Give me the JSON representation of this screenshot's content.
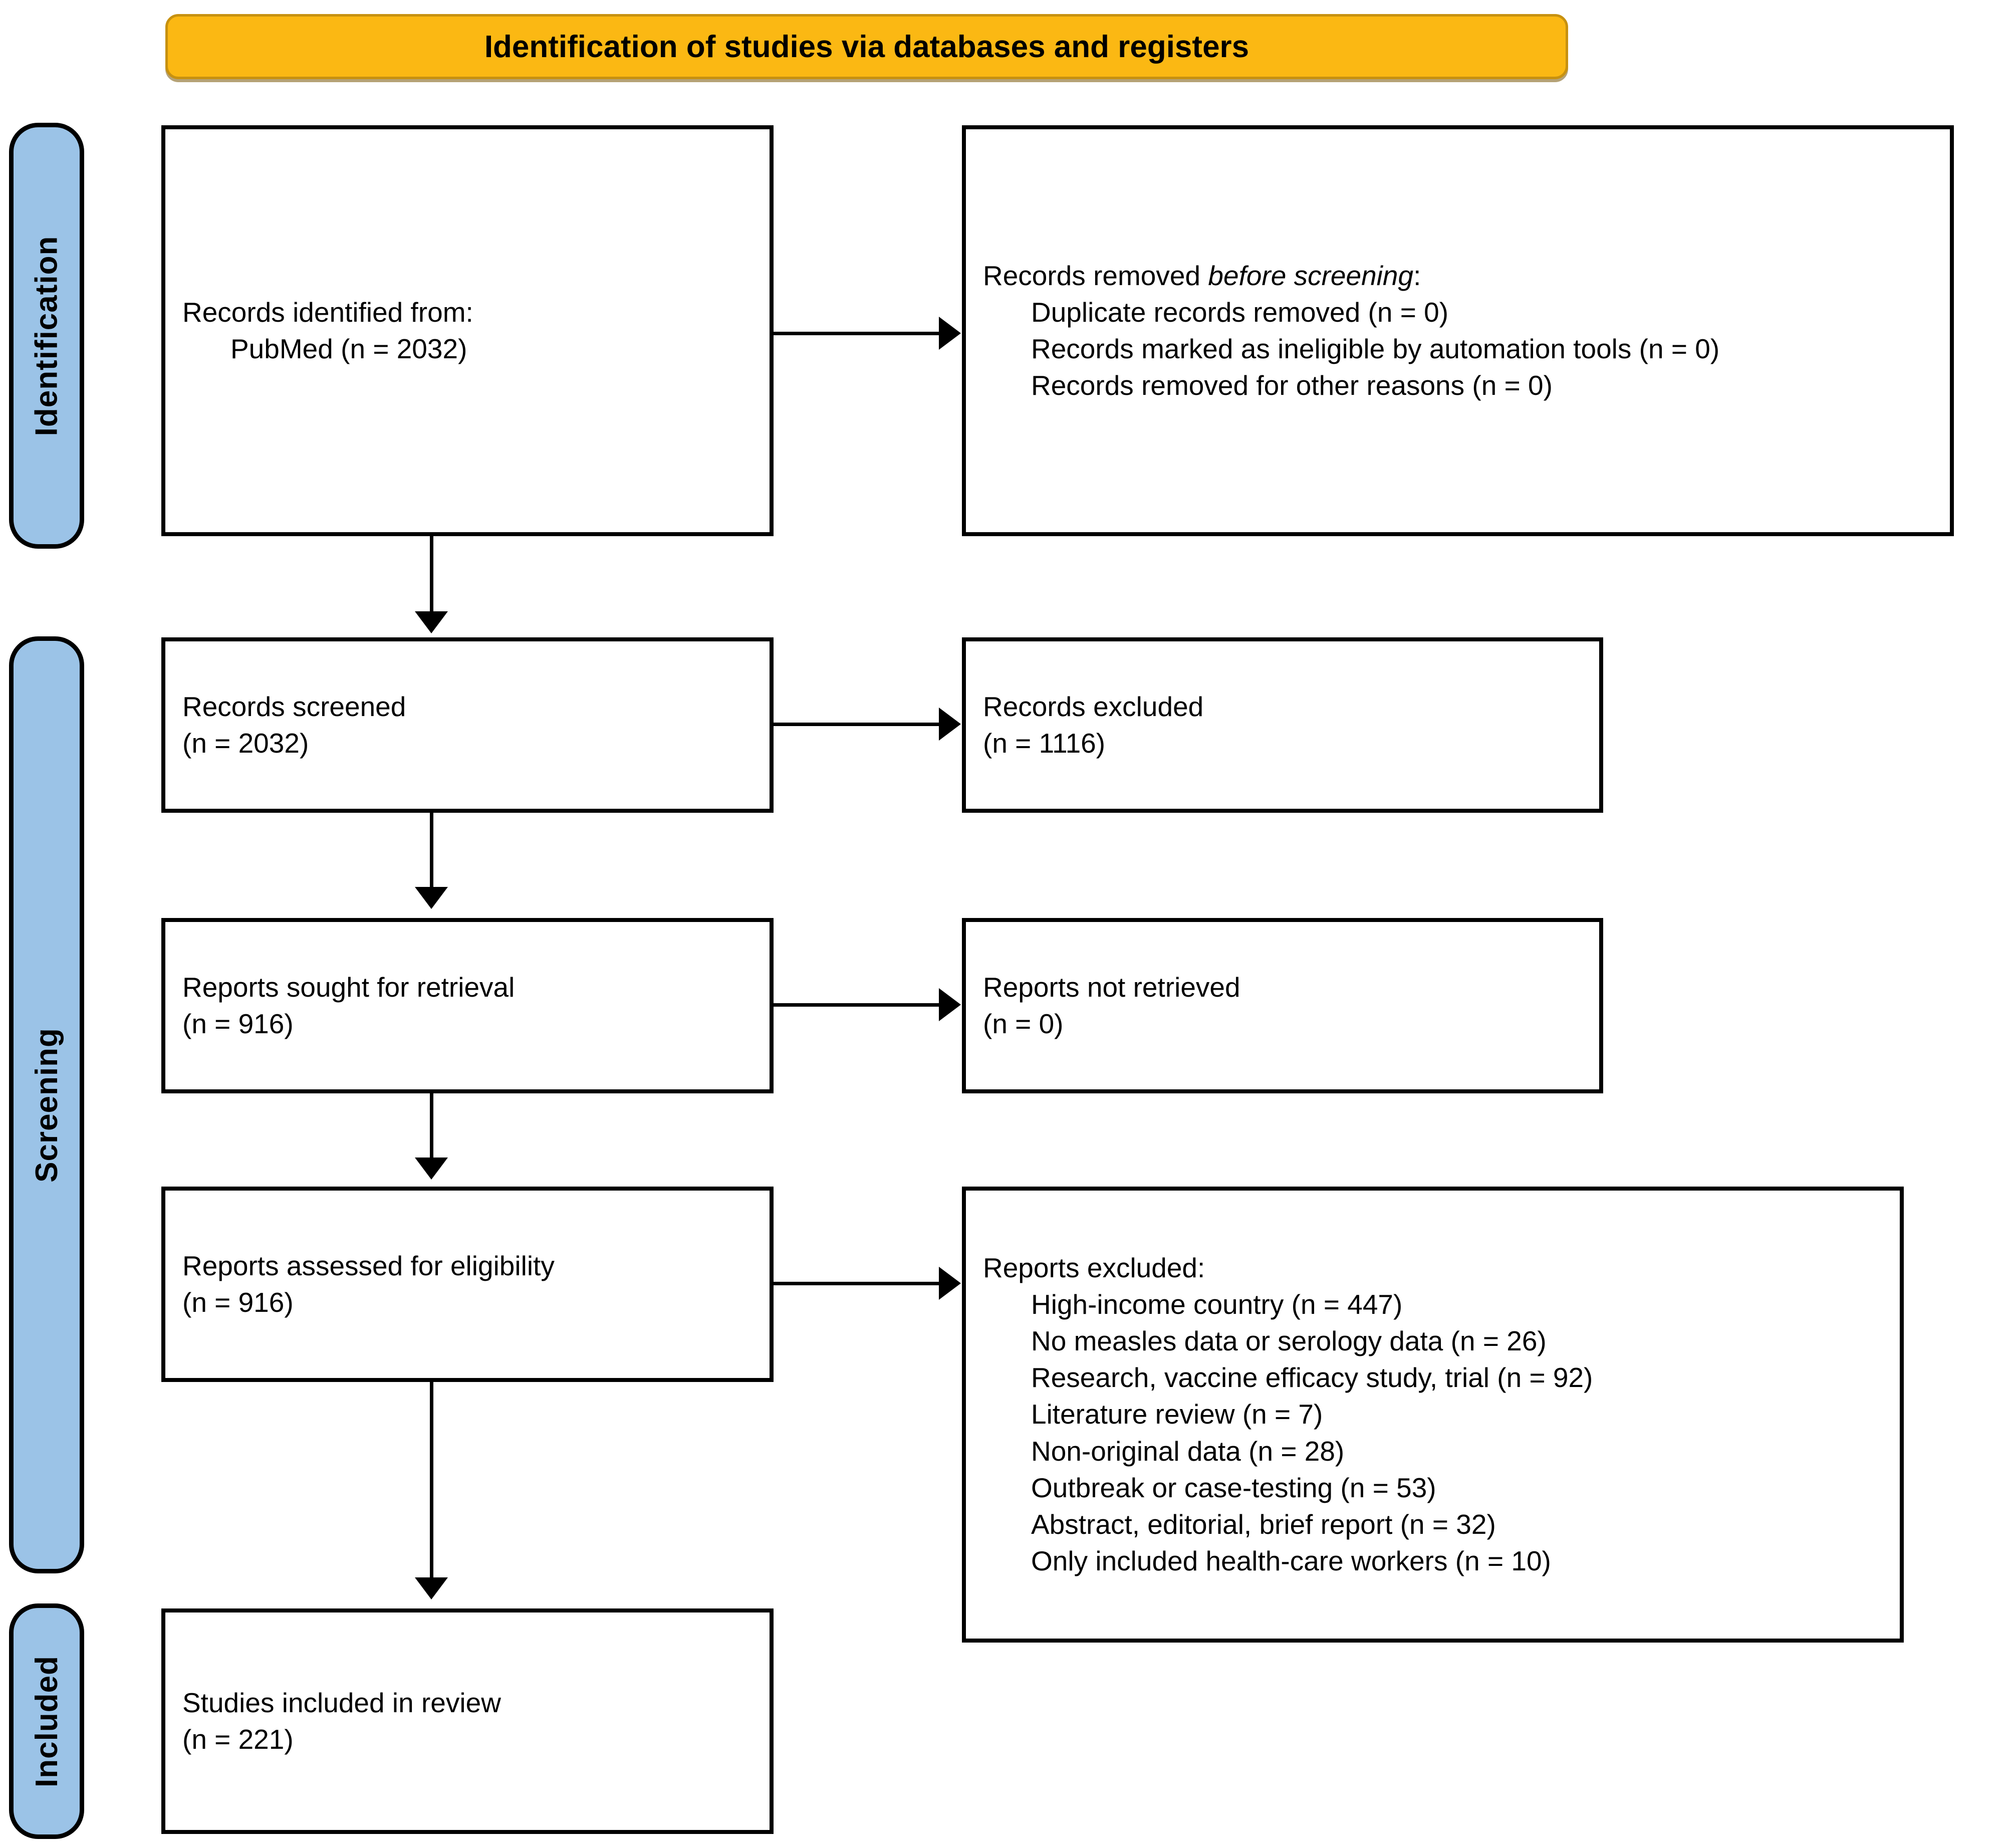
{
  "banner": {
    "title": "Identification of studies via databases and registers",
    "fill_color": "#FBB813",
    "border_color": "#C79110"
  },
  "stage_labels": {
    "fill_color": "#9BC3E7",
    "identification": "Identification",
    "screening": "Screening",
    "included": "Included"
  },
  "boxes": {
    "identified": {
      "line1": "Records identified from:",
      "line2": "PubMed (n = 2032)"
    },
    "removed_before_screening": {
      "heading_prefix": "Records removed ",
      "heading_italic": "before screening",
      "heading_suffix": ":",
      "item1": "Duplicate records removed  (n = 0)",
      "item2": "Records marked as ineligible by automation tools (n = 0)",
      "item3": "Records removed for other reasons (n = 0)"
    },
    "records_screened": {
      "line1": "Records screened",
      "line2": "(n = 2032)"
    },
    "records_excluded": {
      "line1": "Records excluded",
      "line2": "(n = 1116)"
    },
    "reports_sought": {
      "line1": "Reports sought for retrieval",
      "line2": "(n = 916)"
    },
    "reports_not_retrieved": {
      "line1": "Reports not retrieved",
      "line2": "(n = 0)"
    },
    "reports_assessed": {
      "line1": "Reports assessed for eligibility",
      "line2": "(n = 916)"
    },
    "reports_excluded": {
      "heading": "Reports excluded:",
      "item1": "High-income country (n = 447)",
      "item2": "No measles data or serology data (n = 26)",
      "item3": "Research, vaccine efficacy study, trial (n = 92)",
      "item4": "Literature review (n = 7)",
      "item5": "Non-original data (n = 28)",
      "item6": "Outbreak or case-testing (n = 53)",
      "item7": "Abstract, editorial, brief report (n = 32)",
      "item8": "Only included health-care workers (n = 10)"
    },
    "studies_included": {
      "line1": "Studies included in review",
      "line2": "(n = 221)"
    }
  },
  "flow_counts": {
    "identified_pubmed": 2032,
    "duplicates_removed": 0,
    "ineligible_by_automation": 0,
    "removed_other_reasons": 0,
    "records_screened": 2032,
    "records_excluded": 1116,
    "reports_sought": 916,
    "reports_not_retrieved": 0,
    "reports_assessed": 916,
    "excluded_high_income_country": 447,
    "excluded_no_measles_or_serology": 26,
    "excluded_research_vaccine_trial": 92,
    "excluded_literature_review": 7,
    "excluded_non_original_data": 28,
    "excluded_outbreak_case_testing": 53,
    "excluded_abstract_editorial_brief": 32,
    "excluded_only_health_care_workers": 10,
    "studies_included": 221
  }
}
